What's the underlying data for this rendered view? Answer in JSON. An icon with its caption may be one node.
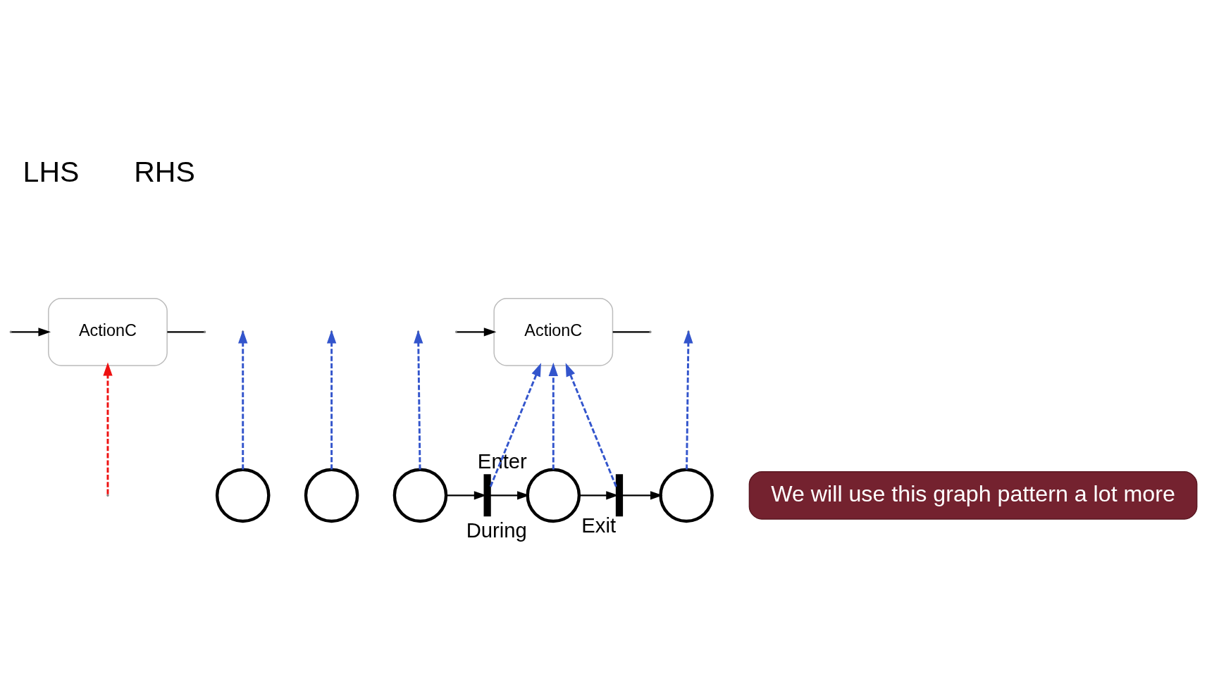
{
  "diagram": {
    "nodes": [
      {
        "text": [
          "ActionC"
        ]
      },
      {
        "text": [],
        "shape": "circle"
      },
      {
        "text": [],
        "shape": "circle"
      },
      {
        "text": [
          "ActionC"
        ]
      },
      {
        "text": [],
        "shape": "circle"
      },
      {
        "text": [],
        "shape": "bar",
        "beside": [
          "Enter"
        ]
      },
      {
        "text": [],
        "shape": "circle",
        "beside": [
          "During"
        ]
      },
      {
        "text": [],
        "shape": "bar",
        "beside": [
          "Exit"
        ]
      },
      {
        "text": [],
        "shape": "circle"
      },
      {
        "text": [
          "We will use this graph pattern a lot more"
        ]
      }
    ],
    "edges": [
      {
        "from": null,
        "to": 0,
        "arrow": "to",
        "style": "dashed",
        "color": "#ee1111"
      },
      {
        "from": 0,
        "to": null,
        "arrow": "none"
      },
      {
        "from": 1,
        "to": null,
        "arrow": "to",
        "style": "dashed",
        "color": "#3355cc"
      },
      {
        "from": null,
        "to": 0,
        "arrow": "to"
      },
      {
        "from": 2,
        "to": null,
        "arrow": "to",
        "style": "dashed",
        "color": "#3355cc"
      },
      {
        "from": 3,
        "to": null,
        "arrow": "none"
      },
      {
        "from": null,
        "to": 3,
        "arrow": "to"
      },
      {
        "from": 4,
        "to": null,
        "arrow": "to",
        "style": "dashed",
        "color": "#3355cc"
      },
      {
        "from": 5,
        "to": 3,
        "arrow": "to",
        "style": "dashed",
        "color": "#3355cc"
      },
      {
        "from": 6,
        "to": 3,
        "arrow": "to",
        "style": "dashed",
        "color": "#3355cc"
      },
      {
        "from": 7,
        "to": 3,
        "arrow": "to",
        "style": "dashed",
        "color": "#3355cc"
      },
      {
        "from": 8,
        "to": null,
        "arrow": "to",
        "style": "dashed",
        "color": "#3355cc"
      },
      {
        "from": 4,
        "to": 5,
        "arrow": "to"
      },
      {
        "from": 5,
        "to": 6,
        "arrow": "to"
      },
      {
        "from": 6,
        "to": 7,
        "arrow": "to"
      },
      {
        "from": 7,
        "to": 8,
        "arrow": "to"
      }
    ],
    "labels": [
      "LHS",
      "RHS"
    ]
  }
}
